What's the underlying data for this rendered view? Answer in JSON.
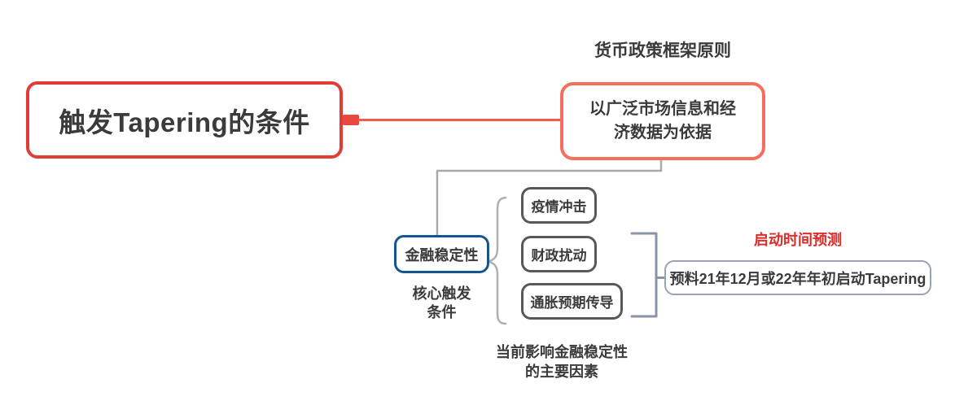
{
  "root": {
    "label": "触发Tapering的条件"
  },
  "principle": {
    "title": "货币政策框架原则",
    "node": "以广泛市场信息和经\n济数据为依据"
  },
  "stability": {
    "node": "金融稳定性",
    "caption": "核心触发\n条件"
  },
  "factors": {
    "items": [
      "疫情冲击",
      "财政扰动",
      "通胀预期传导"
    ],
    "caption": "当前影响金融稳定性\n的主要因素"
  },
  "prediction": {
    "title": "启动时间预测",
    "node": "预料21年12月或22年年初启动Tapering"
  },
  "colors": {
    "root_border": "#e23c36",
    "principle_border": "#f4705c",
    "red_connector": "#f05b4f",
    "red_connector_stub": "#e9473f",
    "stability_border": "#15568f",
    "factor_border": "#585858",
    "prediction_border": "#99a3b3",
    "summary_bracket": "#8b95a6",
    "factors_brace": "#afafaf",
    "gray_connector": "#a9a9a9",
    "text": "#3b3b3b",
    "prediction_title_text": "#dc2b28"
  }
}
